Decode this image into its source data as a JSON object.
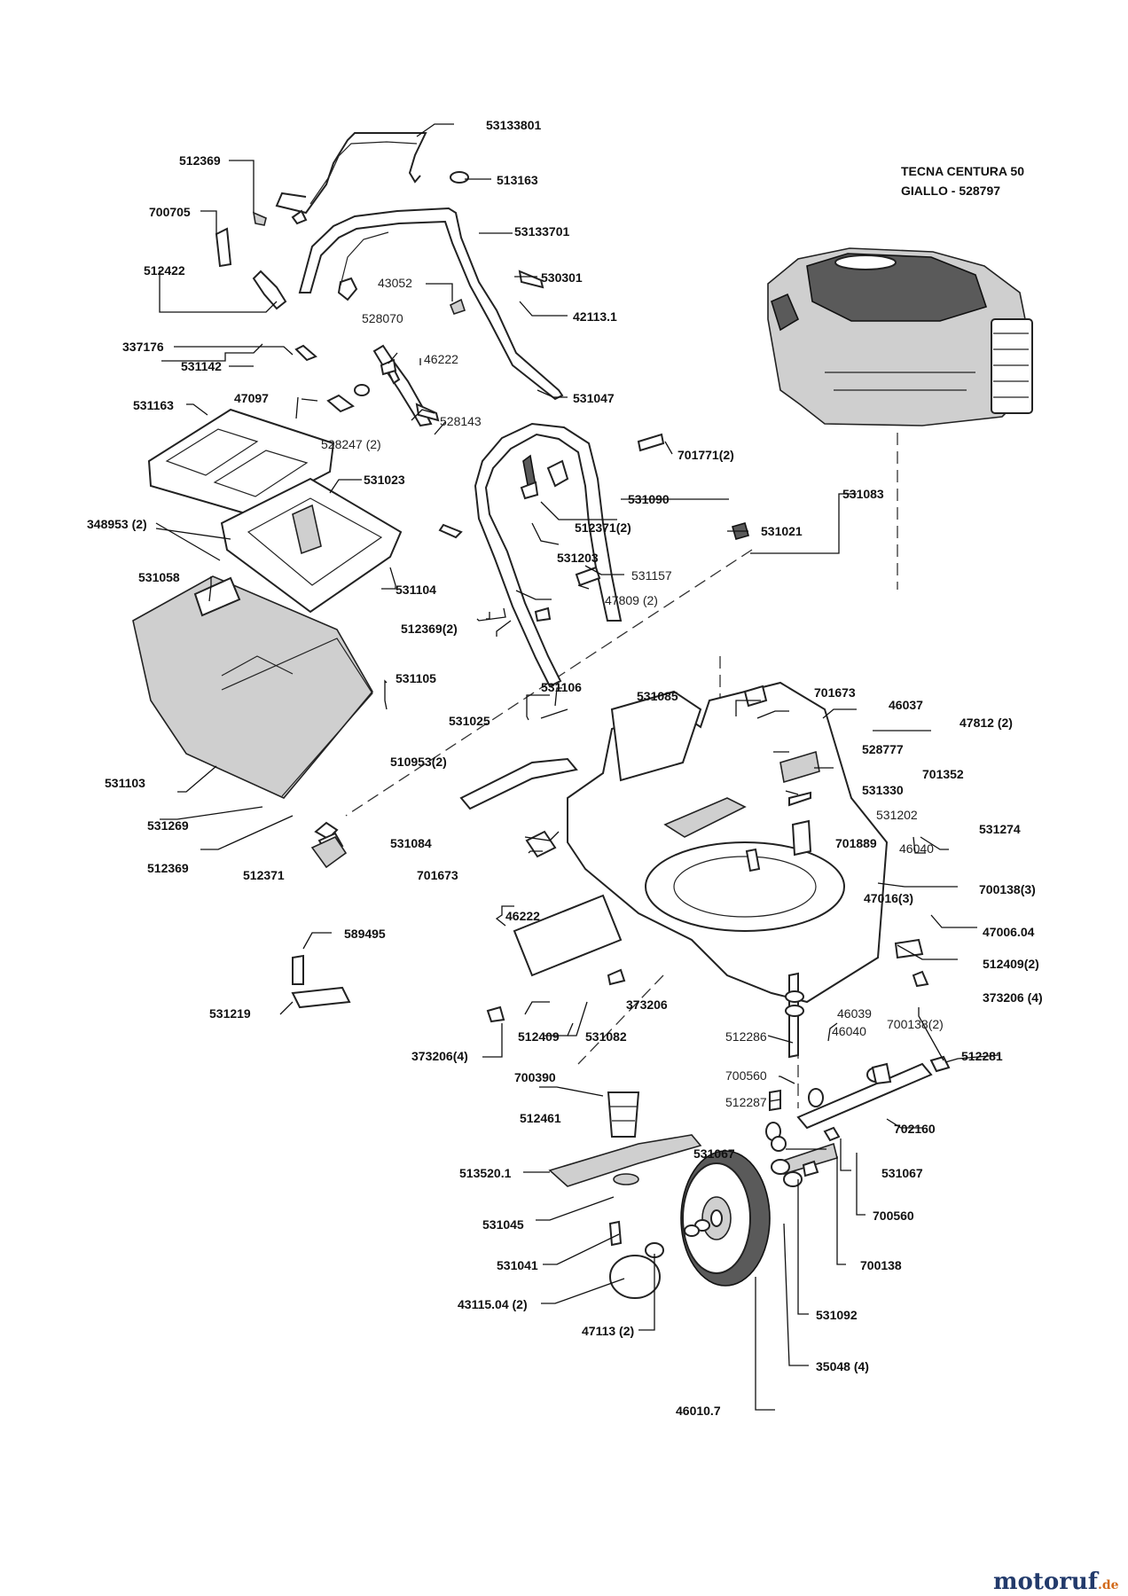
{
  "engine": {
    "title_line1": "TECNA CENTURA 50",
    "title_line2": "GIALLO - 528797"
  },
  "parts": [
    "53133801",
    "512369",
    "513163",
    "700705",
    "53133701",
    "512422",
    "43052",
    "530301",
    "42113.1",
    "528070",
    "337176",
    "46222",
    "531142",
    "531047",
    "47097",
    "528143",
    "531163",
    "528247 (2)",
    "701771(2)",
    "531023",
    "531090",
    "531083",
    "348953 (2)",
    "512371(2)",
    "531021",
    "531203",
    "531157",
    "531058",
    "531104",
    "47809 (2)",
    "512369(2)",
    "531105",
    "531106",
    "531085",
    "701673",
    "46037",
    "531025",
    "47812 (2)",
    "528777",
    "510953(2)",
    "701352",
    "531103",
    "531330",
    "531202",
    "531269",
    "531084",
    "531274",
    "701889",
    "46040",
    "512369",
    "512371",
    "701673",
    "700138(3)",
    "47016(3)",
    "46222",
    "47006.04",
    "589495",
    "512409(2)",
    "373206",
    "46039",
    "373206 (4)",
    "531219",
    "700138(2)",
    "512286",
    "46040",
    "373206(4)",
    "512409",
    "531082",
    "512281",
    "700390",
    "700560",
    "512287",
    "512461",
    "702160",
    "531067",
    "513520.1",
    "531067",
    "531045",
    "700560",
    "531041",
    "700138",
    "43115.04 (2)",
    "531092",
    "47113 (2)",
    "35048 (4)",
    "46010.7"
  ],
  "watermark": {
    "brand": "motoruf",
    "tld": ".de"
  }
}
